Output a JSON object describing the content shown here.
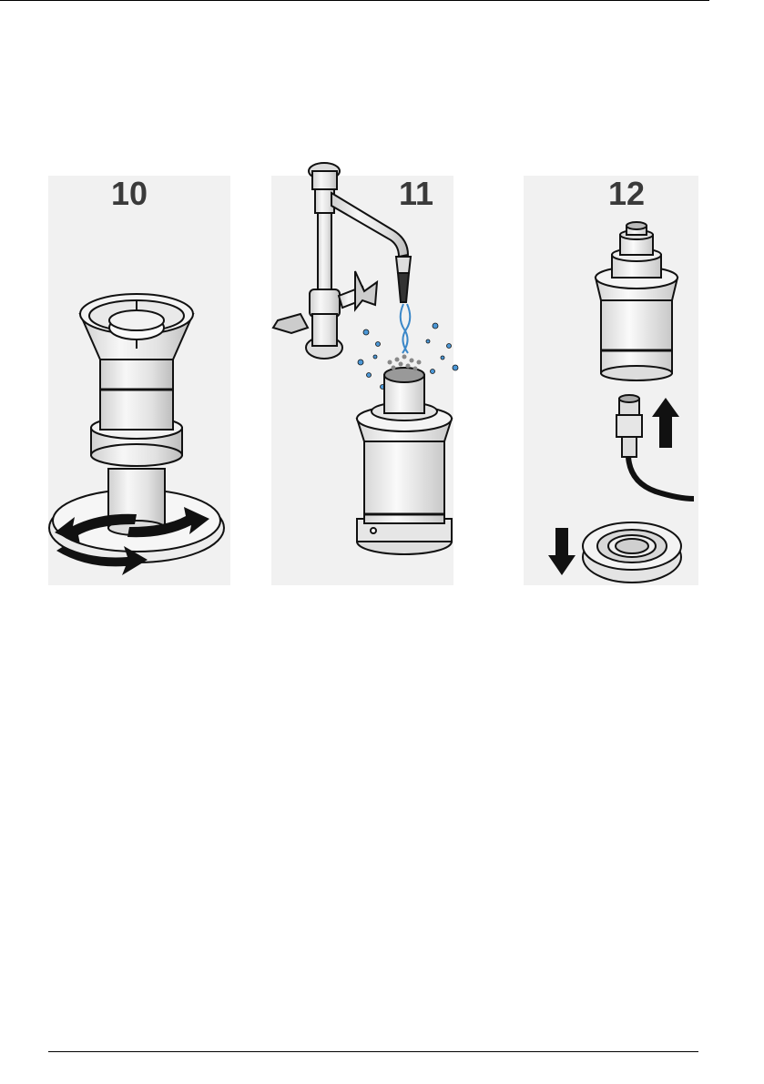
{
  "steps": [
    {
      "number": "10",
      "action": "rotate"
    },
    {
      "number": "11",
      "action": "rinse-with-water"
    },
    {
      "number": "12",
      "action": "disconnect-cable-and-remove-cap"
    }
  ],
  "icons": [
    "rotate-arrows-icon",
    "water-faucet-icon",
    "arrow-up-icon",
    "arrow-down-icon",
    "cable-connector-icon"
  ]
}
